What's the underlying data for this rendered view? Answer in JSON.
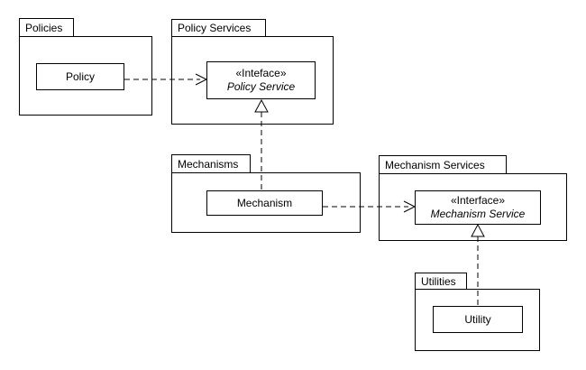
{
  "packages": [
    {
      "label": "Policies"
    },
    {
      "label": "Policy Services"
    },
    {
      "label": "Mechanisms"
    },
    {
      "label": "Mechanism Services"
    },
    {
      "label": "Utilities"
    }
  ],
  "classes": [
    {
      "label": "Policy"
    },
    {
      "label": "Mechanism"
    },
    {
      "label": "Utility"
    }
  ],
  "interfaces": [
    {
      "stereotype": "«Inteface»",
      "name": "Policy Service"
    },
    {
      "stereotype": "«Interface»",
      "name": "Mechanism Service"
    }
  ],
  "relations": [
    {
      "type": "dependency",
      "from": "Policy",
      "to": "Policy Service",
      "style": "dashed-open-arrow"
    },
    {
      "type": "realization",
      "from": "Mechanism",
      "to": "Policy Service",
      "style": "dashed-hollow-triangle"
    },
    {
      "type": "dependency",
      "from": "Mechanism",
      "to": "Mechanism Service",
      "style": "dashed-open-arrow"
    },
    {
      "type": "realization",
      "from": "Utility",
      "to": "Mechanism Service",
      "style": "dashed-hollow-triangle"
    }
  ],
  "colors": {
    "line": "#000000",
    "background": "#ffffff",
    "text": "#000000"
  }
}
